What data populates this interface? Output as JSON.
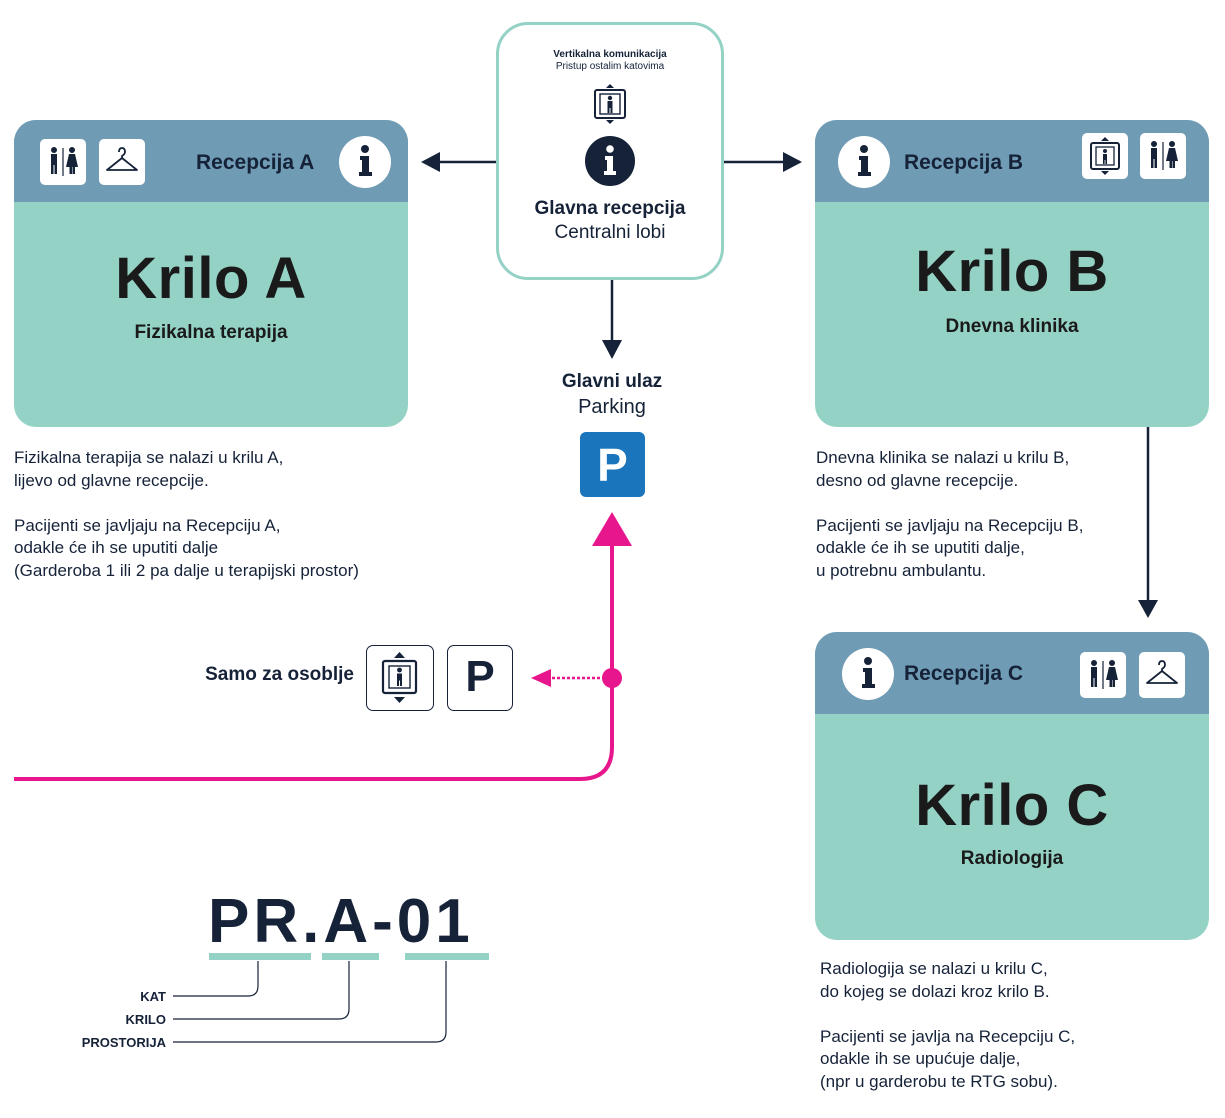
{
  "colors": {
    "band": "#6f9bb5",
    "card": "#94d2c6",
    "navy": "#152238",
    "magenta": "#e8168c",
    "parking_blue": "#1b75bc",
    "central_border": "#94d2c6"
  },
  "central": {
    "note_line1": "Vertikalna komunikacija",
    "note_line2": "Pristup ostalim katovima",
    "title": "Glavna recepcija",
    "subtitle": "Centralni lobi",
    "icons": [
      "elevator-icon",
      "info-icon"
    ]
  },
  "entrance": {
    "title": "Glavni ulaz",
    "subtitle": "Parking",
    "parking_letter": "P"
  },
  "wing_a": {
    "reception": "Recepcija A",
    "name": "Krilo A",
    "department": "Fizikalna terapija",
    "icons": [
      "toilet-icon",
      "hanger-icon",
      "info-icon"
    ],
    "description": "Fizikalna terapija se nalazi u krilu A,\nlijevo od glavne recepcije.\n\nPacijenti se javljaju na Recepciju A,\nodakle će ih se uputiti dalje\n(Garderoba 1 ili 2 pa dalje u terapijski prostor)"
  },
  "wing_b": {
    "reception": "Recepcija B",
    "name": "Krilo B",
    "department": "Dnevna klinika",
    "icons": [
      "info-icon",
      "elevator-icon",
      "toilet-icon"
    ],
    "description": "Dnevna klinika se nalazi u krilu B,\ndesno od glavne recepcije.\n\nPacijenti se javljaju na Recepciju B,\nodakle će ih se uputiti dalje,\nu potrebnu ambulantu."
  },
  "wing_c": {
    "reception": "Recepcija C",
    "name": "Krilo C",
    "department": "Radiologija",
    "icons": [
      "info-icon",
      "toilet-icon",
      "hanger-icon"
    ],
    "description": "Radiologija se nalazi u krilu C,\ndo kojeg se dolazi kroz krilo B.\n\nPacijenti se javlja na Recepciju C,\nodakle ih se upućuje dalje,\n(npr u garderobu te RTG sobu)."
  },
  "staff": {
    "label": "Samo za osoblje",
    "parking_letter": "P",
    "icons": [
      "elevator-icon",
      "parking-icon"
    ]
  },
  "code": {
    "text": "PR.A-01",
    "labels": [
      "KAT",
      "KRILO",
      "PROSTORIJA"
    ]
  }
}
